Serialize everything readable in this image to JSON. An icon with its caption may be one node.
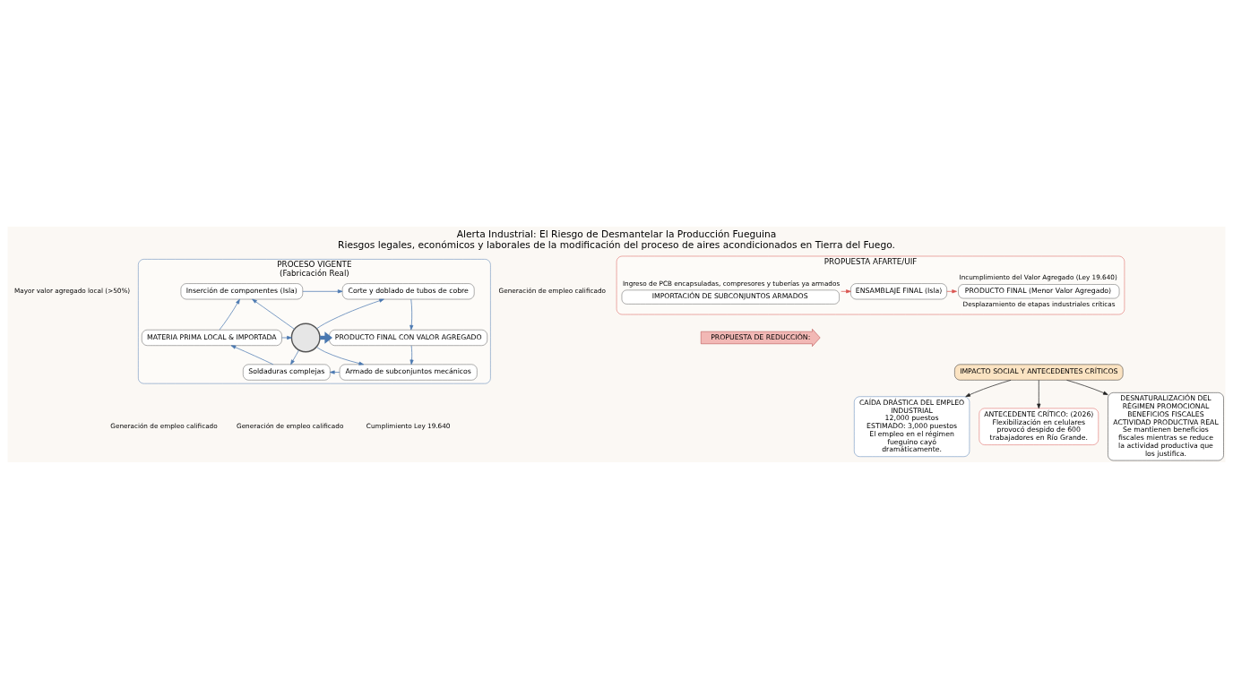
{
  "diagram": {
    "title": "Alerta Industrial: El Riesgo de Desmantelar la Producción Fueguina",
    "caption": "Riesgos legales, económicos y laborales de la modificación del proceso de aires acondicionados en Tierra del Fuego.",
    "nodes": [
      {
        "text": [
          "PROCESO VIGENTE",
          "(Fabricación Real)"
        ]
      },
      {
        "text": [],
        "shape": "circle",
        "in": 0
      },
      {
        "text": [
          "MATERIA PRIMA LOCAL & IMPORTADA"
        ],
        "in": 0
      },
      {
        "text": [
          "Inserción de componentes (Isla)"
        ],
        "in": 0
      },
      {
        "text": [
          "Corte y doblado de tubos de cobre"
        ],
        "in": 0
      },
      {
        "text": [
          "PRODUCTO FINAL CON VALOR AGREGADO"
        ],
        "in": 0
      },
      {
        "text": [
          "Armado de subconjuntos mecánicos"
        ],
        "in": 0
      },
      {
        "text": [
          "Soldaduras complejas"
        ],
        "in": 0
      },
      {
        "text": [
          "PROPUESTA DE REDUCCIÓN:"
        ]
      },
      {
        "text": [
          "PROPUESTA AFARTE/UIF"
        ]
      },
      {
        "text": [
          "IMPORTACIÓN DE SUBCONJUNTOS ARMADOS"
        ],
        "beside": [
          "Ingreso de PCB encapsuladas, compresores y tuberías ya armados"
        ],
        "in": 9
      },
      {
        "text": [
          "ENSAMBLAJE FINAL (Isla)"
        ],
        "in": 9
      },
      {
        "text": [
          "PRODUCTO FINAL (Menor Valor Agregado)"
        ],
        "beside": [
          "Incumplimiento del Valor Agregado (Ley 19.640)",
          "Desplazamiento de etapas industriales críticas"
        ],
        "in": 9
      },
      {
        "text": [
          "IMPACTO SOCIAL Y ANTECEDENTES CRÍTICOS"
        ]
      },
      {
        "text": [
          "CAÍDA DRÁSTICA DEL EMPLEO INDUSTRIAL",
          "12,000 puestos",
          "ESTIMADO: 3,000 puestos",
          "El empleo en el régimen fueguino cayó dramáticamente."
        ]
      },
      {
        "text": [
          "ANTECEDENTE CRÍTICO: (2026)",
          "Flexibilización en celulares provocó despido de 600 trabajadores en Río Grande."
        ]
      },
      {
        "text": [
          "DESNATURALIZACIÓN DEL RÉGIMEN PROMOCIONAL",
          "BENEFICIOS FISCALES",
          "ACTIVIDAD PRODUCTIVA REAL",
          "Se mantienen beneficios fiscales mientras se reduce la actividad productiva que los justifica."
        ]
      }
    ],
    "edges": [
      {
        "from": 2,
        "to": 1,
        "arrow": "to"
      },
      {
        "from": 2,
        "to": 3,
        "arrow": "to"
      },
      {
        "from": 3,
        "to": 4,
        "arrow": "to"
      },
      {
        "from": 4,
        "to": 5,
        "arrow": "to"
      },
      {
        "from": 1,
        "to": 5,
        "arrow": "to",
        "style": "thick"
      },
      {
        "from": 5,
        "to": 6,
        "arrow": "to"
      },
      {
        "from": 6,
        "to": 7,
        "arrow": "to"
      },
      {
        "from": 7,
        "to": 2,
        "arrow": "to"
      },
      {
        "from": 1,
        "to": 3,
        "arrow": "to"
      },
      {
        "from": 1,
        "to": 4,
        "arrow": "to"
      },
      {
        "from": 1,
        "to": 7,
        "arrow": "to"
      },
      {
        "from": 1,
        "to": 6,
        "arrow": "to"
      },
      {
        "from": 10,
        "to": 11,
        "arrow": "to",
        "color": "#d9534f"
      },
      {
        "from": 11,
        "to": 12,
        "arrow": "to",
        "color": "#d9534f"
      },
      {
        "from": 13,
        "to": 14,
        "arrow": "to",
        "color": "#222222"
      },
      {
        "from": 13,
        "to": 15,
        "arrow": "to",
        "color": "#222222"
      },
      {
        "from": 13,
        "to": 16,
        "arrow": "to",
        "color": "#222222"
      }
    ],
    "labels": [
      "Mayor valor agregado local (>50%)",
      "Generación de empleo calificado",
      "Generación de empleo calificado",
      "Generación de empleo calificado",
      "Cumplimiento Ley 19.640"
    ]
  }
}
